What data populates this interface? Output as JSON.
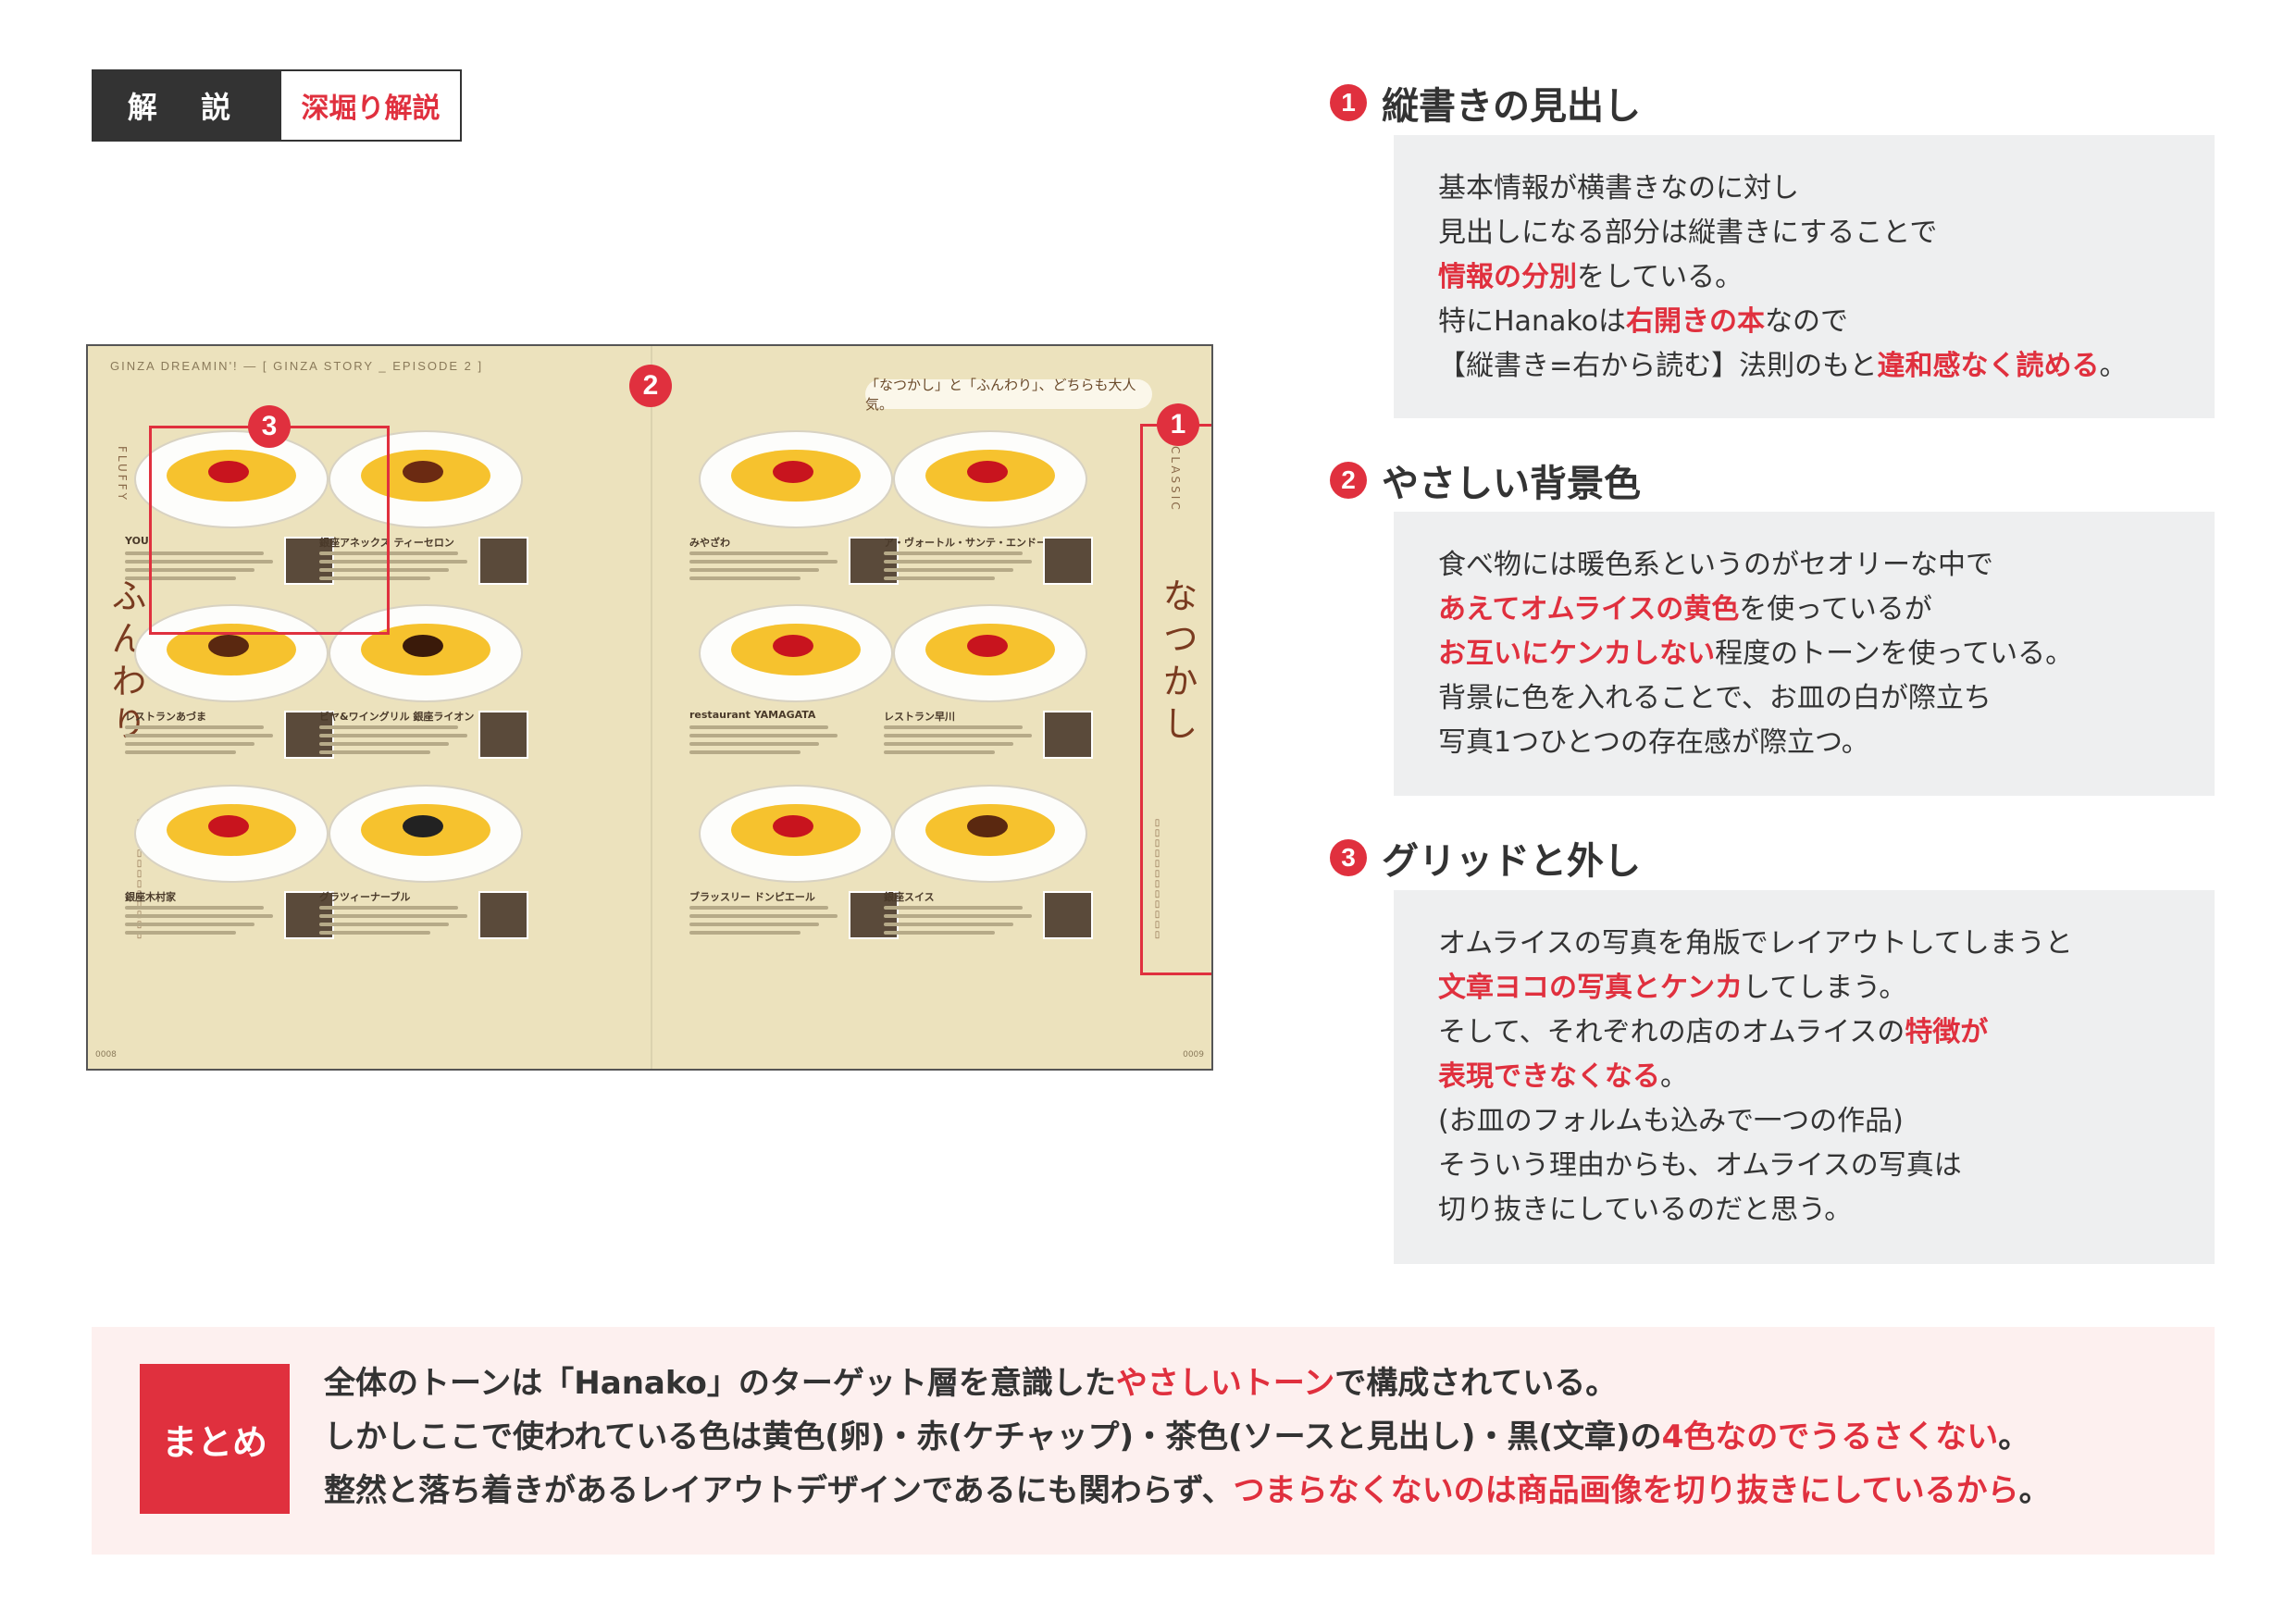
{
  "tab": {
    "primary": "解 説",
    "secondary": "深堀り解説"
  },
  "spread": {
    "running_head": "GINZA DREAMIN'! — [ GINZA STORY _ EPISODE 2 ]",
    "tagline": "「なつかし」と「ふんわり」、どちらも大人気。",
    "left_label": "ふんわり",
    "left_small": "FLUFFY",
    "right_label": "なつかし",
    "right_small": "CLASSIC",
    "folio_left": "0008",
    "folio_right": "0009",
    "markers": [
      "1",
      "2",
      "3"
    ],
    "dishes": [
      {
        "name": "YOU",
        "sauce": "#c8141e",
        "thumb": true
      },
      {
        "name": "銀座アネックス ティーセロン",
        "sauce": "#6b2a12",
        "thumb": true
      },
      {
        "name": "みやざわ",
        "sauce": "#c8141e",
        "thumb": true
      },
      {
        "name": "ア・ヴォートル・サンテ・エンドー",
        "sauce": "#c8141e",
        "thumb": true
      },
      {
        "name": "レストランあづま",
        "sauce": "#5a2810",
        "thumb": true
      },
      {
        "name": "ビヤ&ワイングリル 銀座ライオン",
        "sauce": "#3a1a0a",
        "thumb": true
      },
      {
        "name": "restaurant YAMAGATA",
        "sauce": "#c8141e",
        "thumb": false
      },
      {
        "name": "レストラン早川",
        "sauce": "#c8141e",
        "thumb": true
      },
      {
        "name": "銀座木村家",
        "sauce": "#c8141e",
        "thumb": true
      },
      {
        "name": "グラツィーナーブル",
        "sauce": "#222222",
        "thumb": true
      },
      {
        "name": "ブラッスリー ドンピエール",
        "sauce": "#c8141e",
        "thumb": true
      },
      {
        "name": "銀座スイス",
        "sauce": "#5a2810",
        "thumb": true
      }
    ]
  },
  "sections": [
    {
      "num": "1",
      "title": "縦書きの見出し",
      "lines": [
        [
          {
            "t": "基本情報が横書きなのに対し"
          }
        ],
        [
          {
            "t": "見出しになる部分は縦書きにすることで"
          }
        ],
        [
          {
            "t": "情報の分別",
            "h": true
          },
          {
            "t": "をしている。"
          }
        ],
        [
          {
            "t": "特にHanakoは"
          },
          {
            "t": "右開きの本",
            "h": true
          },
          {
            "t": "なので"
          }
        ],
        [
          {
            "t": "【縦書き=右から読む】法則のもと"
          },
          {
            "t": "違和感なく読める",
            "h": true
          },
          {
            "t": "。"
          }
        ]
      ]
    },
    {
      "num": "2",
      "title": "やさしい背景色",
      "lines": [
        [
          {
            "t": "食べ物には暖色系というのがセオリーな中で"
          }
        ],
        [
          {
            "t": "あえてオムライスの黄色",
            "h": true
          },
          {
            "t": "を使っているが"
          }
        ],
        [
          {
            "t": "お互いにケンカしない",
            "h": true
          },
          {
            "t": "程度のトーンを使っている。"
          }
        ],
        [
          {
            "t": "背景に色を入れることで、お皿の白が際立ち"
          }
        ],
        [
          {
            "t": "写真1つひとつの存在感が際立つ。"
          }
        ]
      ]
    },
    {
      "num": "3",
      "title": "グリッドと外し",
      "lines": [
        [
          {
            "t": "オムライスの写真を角版でレイアウトしてしまうと"
          }
        ],
        [
          {
            "t": "文章ヨコの写真とケンカ",
            "h": true
          },
          {
            "t": "してしまう。"
          }
        ],
        [
          {
            "t": "そして、それぞれの店のオムライスの"
          },
          {
            "t": "特徴が",
            "h": true
          }
        ],
        [
          {
            "t": "表現できなくなる",
            "h": true
          },
          {
            "t": "。"
          }
        ],
        [
          {
            "t": "(お皿のフォルムも込みで一つの作品)"
          }
        ],
        [
          {
            "t": "そういう理由からも、オムライスの写真は"
          }
        ],
        [
          {
            "t": "切り抜きにしているのだと思う。"
          }
        ]
      ]
    }
  ],
  "summary": {
    "label": "まとめ",
    "lines": [
      [
        {
          "t": "全体のトーンは「Hanako」のターゲット層を意識した"
        },
        {
          "t": "やさしいトーン",
          "h": true
        },
        {
          "t": "で構成されている。"
        }
      ],
      [
        {
          "t": "しかしここで使われている色は黄色(卵)・赤(ケチャップ)・茶色(ソースと見出し)・黒(文章)の"
        },
        {
          "t": "4色なのでうるさくない",
          "h": true
        },
        {
          "t": "。"
        }
      ],
      [
        {
          "t": "整然と落ち着きがあるレイアウトデザインであるにも関わらず、"
        },
        {
          "t": "つまらなくないのは商品画像を切り抜きにしているから",
          "h": true
        },
        {
          "t": "。"
        }
      ]
    ]
  },
  "colors": {
    "accent": "#e0303e",
    "spread_bg": "#ece2bd",
    "box_bg": "#eeeff0",
    "summary_bg": "#fdf0ef",
    "text": "#333333",
    "egg": "#f6c22e"
  }
}
